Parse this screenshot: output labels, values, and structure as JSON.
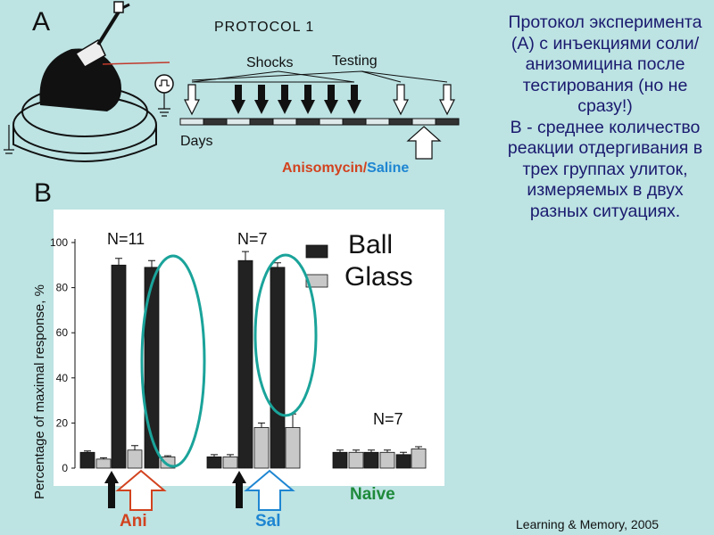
{
  "panels": {
    "a_label": "A",
    "b_label": "B"
  },
  "protocol": {
    "title": "PROTOCOL 1",
    "shocks_label": "Shocks",
    "testing_label": "Testing",
    "days_label": "Days",
    "drug_label_ani": "Anisomycin/",
    "drug_label_sal": "Saline",
    "timeline_segments": 12,
    "shock_days": [
      2,
      3,
      4,
      5,
      6,
      7
    ],
    "test_days": [
      0,
      9,
      11
    ]
  },
  "description": "Протокол эксперимента (А) с инъекциями соли/ анизомицина после тестирования (но не сразу!)\n В - среднее количество реакции отдергивания в трех группах улиток, измеряемых  в двух разных ситуациях.",
  "citation": "Learning & Memory, 2005",
  "colors": {
    "ani": "#d2421e",
    "sal": "#1e86d2",
    "naive": "#1e8a3a",
    "ellipse": "#1aa39a",
    "ball": "#222222",
    "glass": "#c8c8c8"
  },
  "chart_data": {
    "type": "bar",
    "ylabel": "Percentage of maximal response, %",
    "ylim": [
      0,
      100
    ],
    "yticks": [
      0,
      20,
      40,
      60,
      80,
      100
    ],
    "legend": [
      "Ball",
      "Glass"
    ],
    "group_labels": [
      "Ani",
      "Sal",
      "Naive"
    ],
    "n_labels": [
      "N=11",
      "N=7",
      "N=7"
    ],
    "bars": [
      {
        "group": "Ani",
        "series": "Ball",
        "value": 7,
        "err": 0.6
      },
      {
        "group": "Ani",
        "series": "Glass",
        "value": 4,
        "err": 0.6
      },
      {
        "group": "Ani",
        "series": "Ball",
        "value": 90,
        "err": 3
      },
      {
        "group": "Ani",
        "series": "Glass",
        "value": 8,
        "err": 2
      },
      {
        "group": "Ani",
        "series": "Ball",
        "value": 89,
        "err": 3
      },
      {
        "group": "Ani",
        "series": "Glass",
        "value": 5,
        "err": 0.5
      },
      {
        "group": "Sal",
        "series": "Ball",
        "value": 5,
        "err": 1
      },
      {
        "group": "Sal",
        "series": "Glass",
        "value": 5,
        "err": 1
      },
      {
        "group": "Sal",
        "series": "Ball",
        "value": 92,
        "err": 4
      },
      {
        "group": "Sal",
        "series": "Glass",
        "value": 18,
        "err": 2
      },
      {
        "group": "Sal",
        "series": "Ball",
        "value": 89,
        "err": 2
      },
      {
        "group": "Sal",
        "series": "Glass",
        "value": 18,
        "err": 6
      },
      {
        "group": "Naive",
        "series": "Ball",
        "value": 7,
        "err": 1
      },
      {
        "group": "Naive",
        "series": "Glass",
        "value": 7,
        "err": 1
      },
      {
        "group": "Naive",
        "series": "Ball",
        "value": 7,
        "err": 1
      },
      {
        "group": "Naive",
        "series": "Glass",
        "value": 7,
        "err": 1
      },
      {
        "group": "Naive",
        "series": "Ball",
        "value": 6,
        "err": 1
      },
      {
        "group": "Naive",
        "series": "Glass",
        "value": 8.5,
        "err": 1
      }
    ]
  }
}
